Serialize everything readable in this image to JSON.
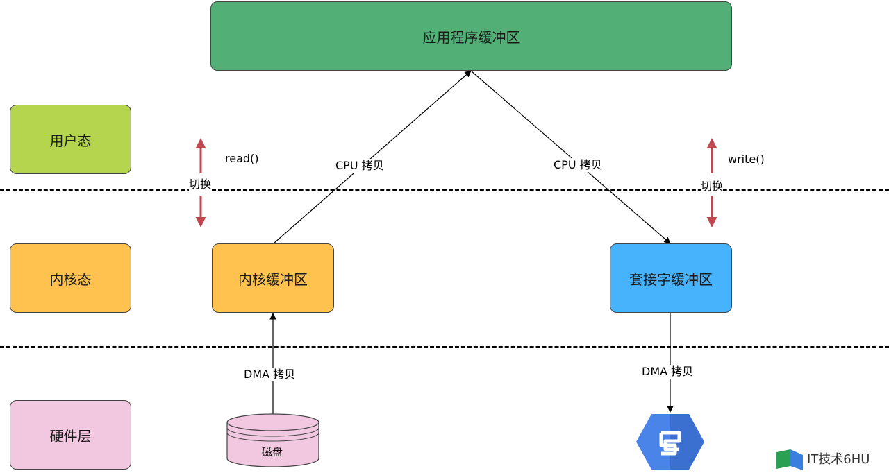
{
  "layers": {
    "user_mode": "用户态",
    "kernel_mode": "内核态",
    "hardware": "硬件层"
  },
  "buffers": {
    "application": "应用程序缓冲区",
    "kernel": "内核缓冲区",
    "socket": "套接字缓冲区"
  },
  "devices": {
    "disk": "磁盘"
  },
  "edges": {
    "cpu_copy_left": "CPU 拷贝",
    "cpu_copy_right": "CPU 拷贝",
    "dma_copy_left": "DMA 拷贝",
    "dma_copy_right": "DMA 拷贝"
  },
  "context_switch": {
    "read": "read()",
    "write": "write()",
    "switch_left": "切换",
    "switch_right": "切换"
  },
  "watermark": {
    "text": "IT技术6HU"
  },
  "colors": {
    "application_buffer": "#52b077",
    "user_mode": "#b5d54f",
    "kernel_mode": "#ffc24f",
    "kernel_buffer": "#ffc24f",
    "socket_buffer": "#47b3fd",
    "hardware": "#f2c8e0",
    "disk": "#f2c8e0",
    "switch_arrow": "#c0474f",
    "network_icon": "#4a84e8"
  }
}
